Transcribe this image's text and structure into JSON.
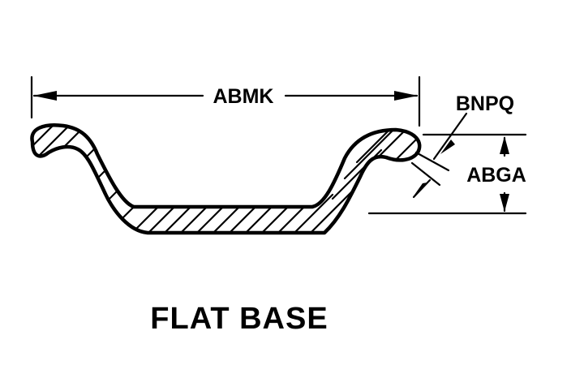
{
  "dimensions": {
    "overall_width": "ABMK",
    "material_thickness": "BNPQ",
    "overall_height": "ABGA"
  },
  "caption": "FLAT BASE",
  "colors": {
    "ink": "#000000",
    "background": "#ffffff"
  }
}
